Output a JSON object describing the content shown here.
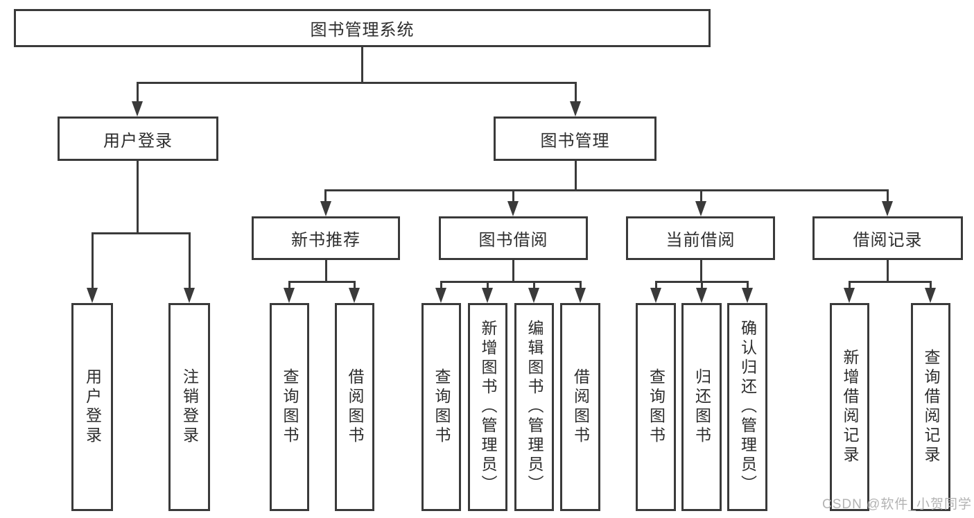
{
  "root": {
    "label": "图书管理系统"
  },
  "branches": [
    {
      "label": "用户登录"
    },
    {
      "label": "图书管理"
    }
  ],
  "modules": [
    {
      "label": "新书推荐",
      "parent": "图书管理"
    },
    {
      "label": "图书借阅",
      "parent": "图书管理"
    },
    {
      "label": "当前借阅",
      "parent": "图书管理"
    },
    {
      "label": "借阅记录",
      "parent": "图书管理"
    }
  ],
  "leaves": [
    {
      "label": "用户登录",
      "parent": "用户登录"
    },
    {
      "label": "注销登录",
      "parent": "用户登录"
    },
    {
      "label": "查询图书",
      "parent": "新书推荐"
    },
    {
      "label": "借阅图书",
      "parent": "新书推荐"
    },
    {
      "label": "查询图书",
      "parent": "图书借阅"
    },
    {
      "label": "新增图书（管理员）",
      "parent": "图书借阅"
    },
    {
      "label": "编辑图书（管理员）",
      "parent": "图书借阅"
    },
    {
      "label": "借阅图书",
      "parent": "图书借阅"
    },
    {
      "label": "查询图书",
      "parent": "当前借阅"
    },
    {
      "label": "归还图书",
      "parent": "当前借阅"
    },
    {
      "label": "确认归还（管理员）",
      "parent": "当前借阅"
    },
    {
      "label": "新增借阅记录",
      "parent": "借阅记录"
    },
    {
      "label": "查询借阅记录",
      "parent": "借阅记录"
    }
  ],
  "watermark": "CSDN @软件_小贺同学",
  "colors": {
    "line": "#3a3a3a",
    "text": "#2d2d2d",
    "watermark": "#b3b3b3",
    "background": "#ffffff"
  }
}
